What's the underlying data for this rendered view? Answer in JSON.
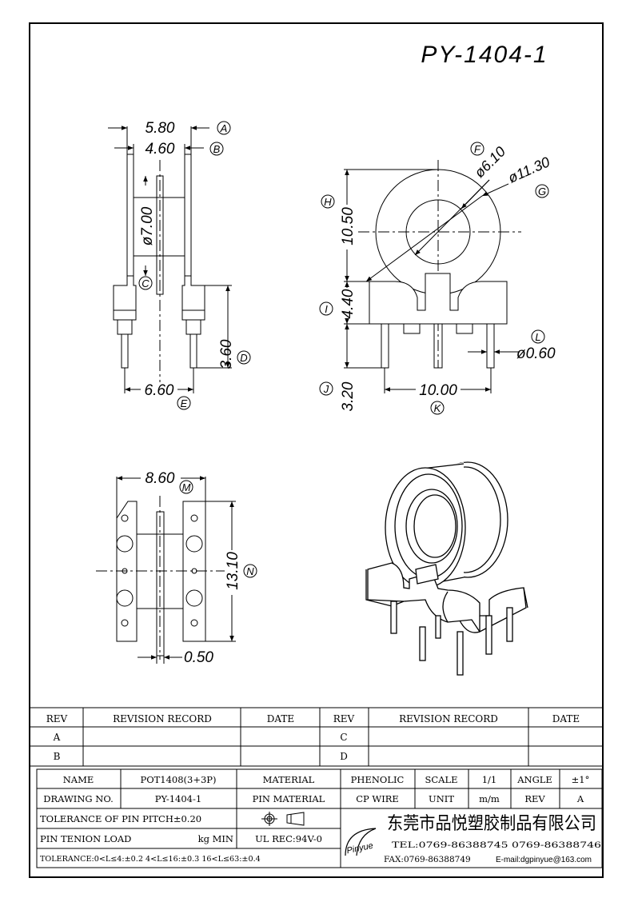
{
  "drawing": {
    "part_number": "PY-1404-1",
    "side_view": {
      "dim_a": "5.80",
      "mark_a": "A",
      "dim_b": "4.60",
      "mark_b": "B",
      "dim_c": "ø7.00",
      "mark_c": "C",
      "dim_d": "3.60",
      "mark_d": "D",
      "dim_e": "6.60",
      "mark_e": "E"
    },
    "front_view": {
      "dim_f": "ø6.10",
      "mark_f": "F",
      "dim_g": "ø11.30",
      "mark_g": "G",
      "dim_h": "10.50",
      "mark_h": "H",
      "dim_i": "4.40",
      "mark_i": "I",
      "dim_j": "3.20",
      "mark_j": "J",
      "dim_k": "10.00",
      "mark_k": "K",
      "dim_l": "ø0.60",
      "mark_l": "L"
    },
    "bottom_view": {
      "dim_m": "8.60",
      "mark_m": "M",
      "dim_n": "13.10",
      "mark_n": "N",
      "dim_p": "0.50"
    }
  },
  "revision_table": {
    "headers": [
      "REV",
      "REVISION RECORD",
      "DATE",
      "REV",
      "REVISION RECORD",
      "DATE"
    ],
    "rows": [
      [
        "A",
        "",
        "",
        "C",
        "",
        ""
      ],
      [
        "B",
        "",
        "",
        "D",
        "",
        ""
      ]
    ]
  },
  "title_block": {
    "name_label": "NAME",
    "name_value": "POT1408(3+3P)",
    "material_label": "MATERIAL",
    "material_value": "PHENOLIC",
    "scale_label": "SCALE",
    "scale_value": "1/1",
    "angle_label": "ANGLE",
    "angle_value": "±1°",
    "drawing_no_label": "DRAWING NO.",
    "drawing_no_value": "PY-1404-1",
    "pin_material_label": "PIN MATERIAL",
    "pin_material_value": "CP WIRE",
    "unit_label": "UNIT",
    "unit_value": "m/m",
    "rev_label": "REV",
    "rev_value": "A",
    "tolerance_pitch": "TOLERANCE OF PIN PITCH±0.20",
    "pin_tension_label": "PIN TENION LOAD",
    "pin_tension_unit": "kg MIN",
    "ul_rec": "UL REC:94V-0",
    "tolerance_ranges": "TOLERANCE:0<L≤4:±0.2   4<L≤16:±0.3   16<L≤63:±0.4",
    "logo_text": "Pinyue",
    "company_name": "东莞市品悦塑胶制品有限公司",
    "tel": "TEL:0769-86388745   0769-86388746",
    "fax": "FAX:0769-86388749",
    "email": "E-mail:dgpinyue@163.com"
  }
}
